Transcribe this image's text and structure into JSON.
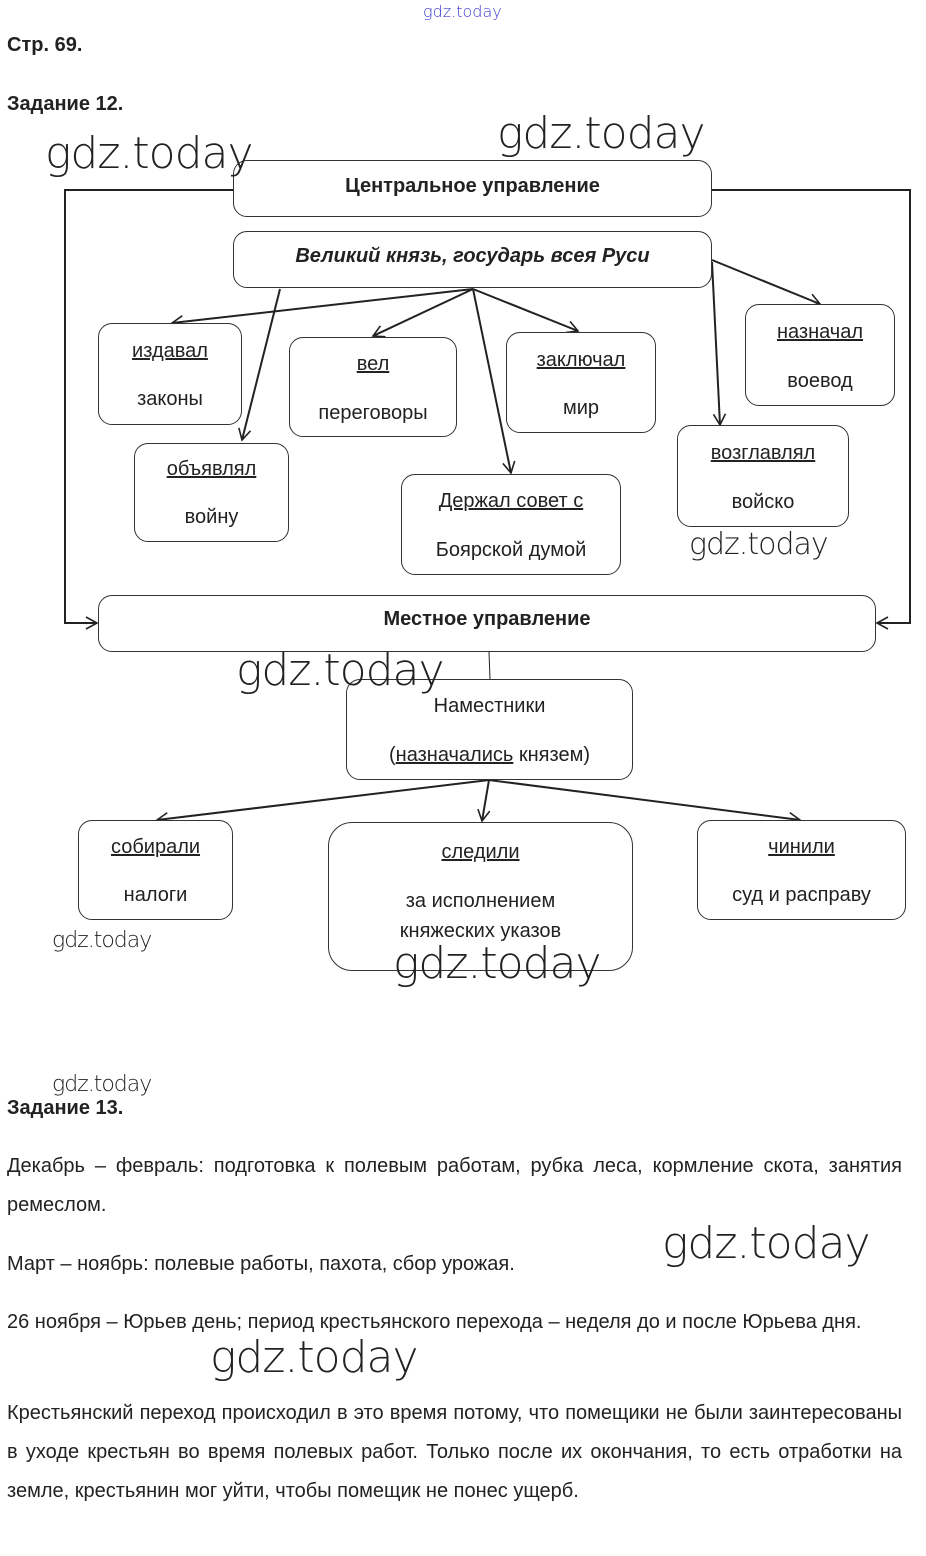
{
  "header": {
    "watermark_top": "gdz.today",
    "page_label": "Стр. 69."
  },
  "task12": {
    "title": "Задание 12.",
    "central": "Центральное управление",
    "prince": "Великий князь, государь всея Руси",
    "nodes": [
      {
        "verb": "издавал",
        "obj": "законы"
      },
      {
        "verb": "объявлял",
        "obj": "войну"
      },
      {
        "verb": "вел",
        "obj": "переговоры"
      },
      {
        "verb": "заключал",
        "obj": "мир"
      },
      {
        "verb": "Держал совет с",
        "obj": "Боярской думой"
      },
      {
        "verb": "назначал",
        "obj": "воевод"
      },
      {
        "verb": "возглавлял",
        "obj": "войско"
      }
    ],
    "local": "Местное управление",
    "governors": {
      "title": "Наместники",
      "paren_open": "(",
      "appointed": "назначались",
      "by": " князем)"
    },
    "local_nodes": [
      {
        "verb": "собирали",
        "obj": "налоги"
      },
      {
        "verb": "следили",
        "obj": "за исполнением",
        "obj2": "княжеских указов"
      },
      {
        "verb": "чинили",
        "obj": "суд и расправу"
      }
    ]
  },
  "task13": {
    "title": "Задание 13.",
    "paragraphs": [
      "Декабрь – февраль: подготовка к полевым работам, рубка леса, кормление скота, занятия ремеслом.",
      "Март – ноябрь: полевые работы, пахота, сбор урожая.",
      "26 ноября – Юрьев день; период крестьянского перехода – неделя до и после Юрьева дня.",
      "Крестьянский переход происходил в это время потому, что помещики не были заинтересованы в уходе крестьян во время полевых работ. Только после их окончания, то есть отработки на земле, крестьянин мог уйти, чтобы помещик не понес ущерб."
    ]
  },
  "watermarks": [
    "gdz.today",
    "gdz.today",
    "gdz.today",
    "gdz.today",
    "gdz.today",
    "gdz.today",
    "gdz.today",
    "gdz.today",
    "gdz.today"
  ]
}
